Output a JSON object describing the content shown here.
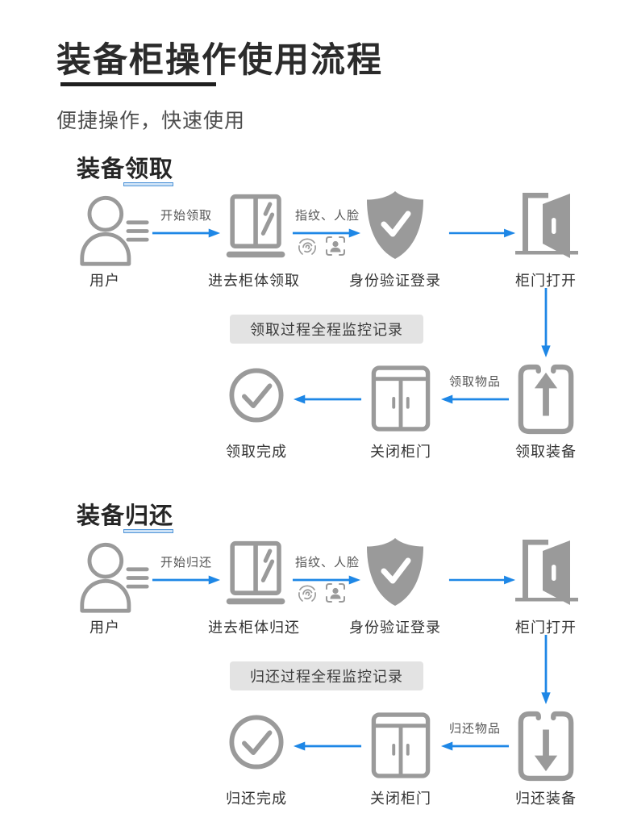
{
  "page": {
    "title": "装备柜操作使用流程",
    "subtitle": "便捷操作，快速使用"
  },
  "colors": {
    "accent_blue": "#1E87E6",
    "icon_gray": "#9A9A9A",
    "title_color": "#2B2B2B",
    "banner_bg": "#E3E3E3"
  },
  "icons": {
    "user": "person-outline-with-list-lines",
    "cabinet_enter": "open-cabinet-with-glass-shine",
    "fingerprint": "fingerprint-circle",
    "face": "face-in-scan-frame",
    "verify": "shield-with-check",
    "door": "door-open",
    "take": "box-with-up-arrow",
    "return": "box-with-down-arrow",
    "close": "closed-two-door-cabinet",
    "done": "circle-with-check",
    "flow_arrow": "blue-arrow"
  },
  "sections": [
    {
      "heading": "装备领取",
      "steps": {
        "user": "用户",
        "cabinet": "进去柜体领取",
        "verify": "身份验证登录",
        "door": "柜门打开",
        "take": "领取装备",
        "close": "关闭柜门",
        "done": "领取完成"
      },
      "arrow_labels": {
        "start": "开始领取",
        "auth": "指纹、人脸",
        "items": "领取物品"
      },
      "banner": "领取过程全程监控记录"
    },
    {
      "heading": "装备归还",
      "steps": {
        "user": "用户",
        "cabinet": "进去柜体归还",
        "verify": "身份验证登录",
        "door": "柜门打开",
        "take": "归还装备",
        "close": "关闭柜门",
        "done": "归还完成"
      },
      "arrow_labels": {
        "start": "开始归还",
        "auth": "指纹、人脸",
        "items": "归还物品"
      },
      "banner": "归还过程全程监控记录"
    }
  ]
}
